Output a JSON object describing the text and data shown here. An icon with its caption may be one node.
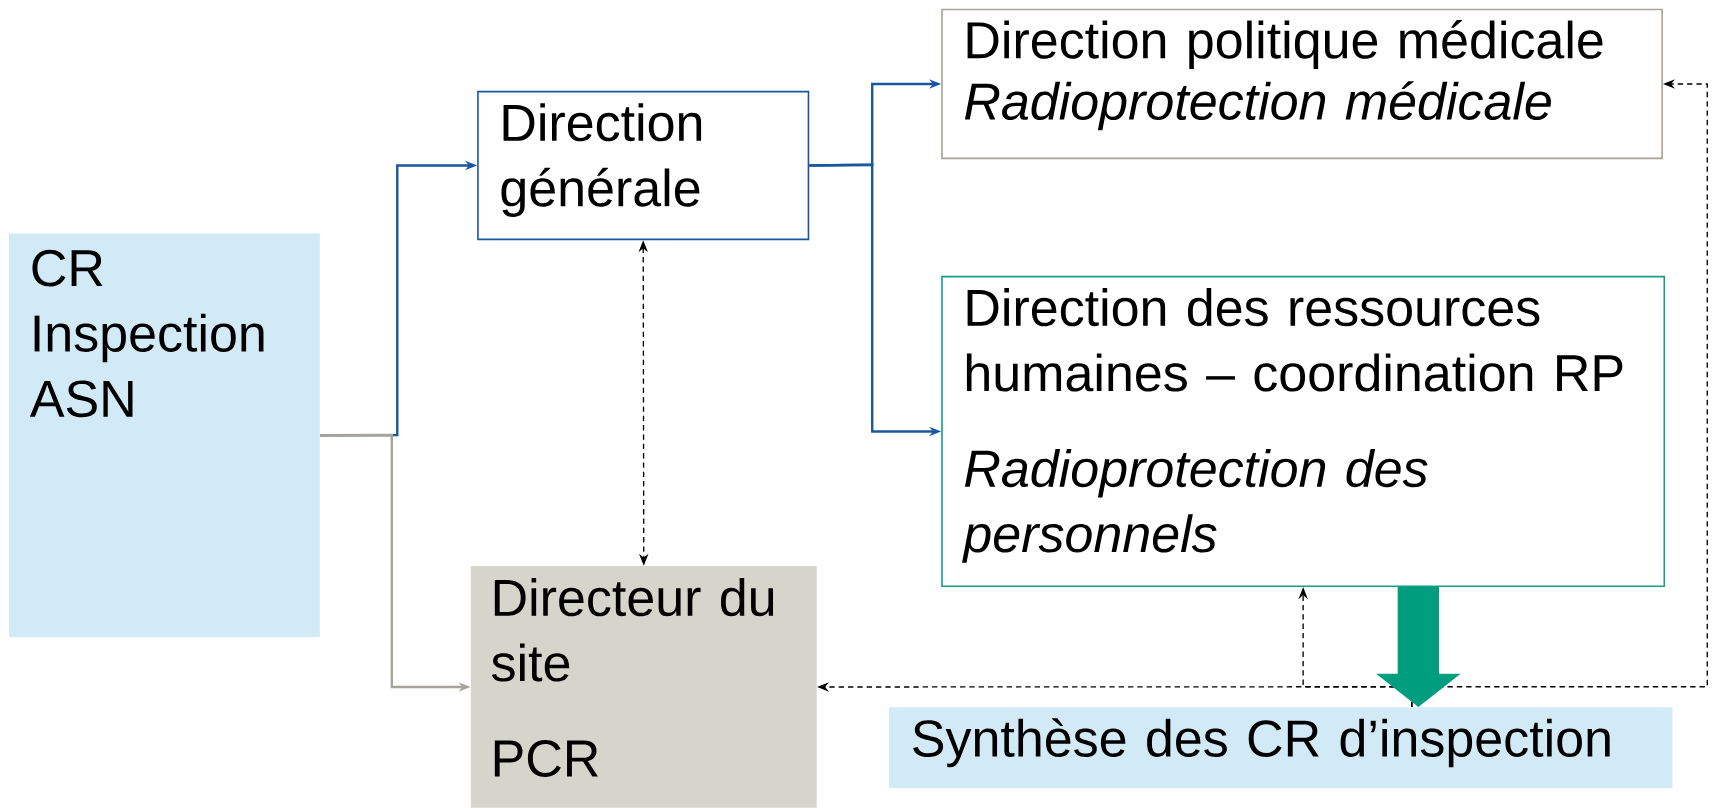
{
  "diagram": {
    "nodes": [
      {
        "text": [
          "CR Inspection ASN"
        ]
      },
      {
        "text": [
          "Direction générale"
        ]
      },
      {
        "text": [
          "Direction politique médicale",
          "Radioprotection médicale"
        ]
      },
      {
        "text": [
          "Direction des ressources humaines – coordination RP",
          "Radioprotection des personnels"
        ]
      },
      {
        "text": [
          "Directeur du site",
          "PCR"
        ]
      },
      {
        "text": [
          "Synthèse des CR d’inspection"
        ]
      }
    ],
    "edges": [
      {
        "from": 0,
        "to": 1,
        "arrow": "to",
        "color": "#1a56a0"
      },
      {
        "from": 0,
        "to": 4,
        "arrow": "to",
        "color": "#a8a398"
      },
      {
        "from": 1,
        "to": 2,
        "arrow": "to",
        "color": "#1a56a0"
      },
      {
        "from": 1,
        "to": 3,
        "arrow": "to",
        "color": "#1a56a0"
      },
      {
        "from": 1,
        "to": 4,
        "arrow": "both",
        "style": "dashed"
      },
      {
        "from": 3,
        "to": 5,
        "arrow": "to",
        "style": "thick",
        "color": "#009e7e"
      },
      {
        "from": 5,
        "to": 4,
        "arrow": "to",
        "style": "dashed"
      },
      {
        "from": 5,
        "to": 3,
        "arrow": "to",
        "style": "dashed"
      },
      {
        "from": 5,
        "to": 2,
        "arrow": "to",
        "style": "dashed"
      }
    ]
  }
}
